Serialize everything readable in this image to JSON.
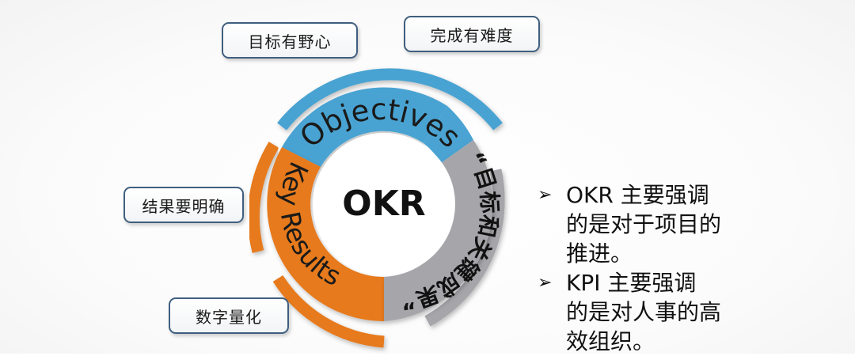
{
  "center_label": "OKR",
  "ring": {
    "objectives_label": "Objectives",
    "key_results_label": "Key Results",
    "quote_label": "“目标和关键成果”",
    "colors": {
      "blue": "#4aa3d2",
      "orange": "#e67a1f",
      "gray": "#a5a5aa"
    }
  },
  "tags": {
    "ambitious": "目标有野心",
    "difficult": "完成有难度",
    "results_clear": "结果要明确",
    "quantified": "数字量化"
  },
  "notes": [
    {
      "marker": "➢",
      "text_line1": "OKR  主要强调",
      "text_line2": "的是对于项目的",
      "text_line3": "推进。"
    },
    {
      "marker": "➢",
      "text_line1": "KPI    主要强调",
      "text_line2": "的是对人事的高",
      "text_line3": "效组织。"
    }
  ]
}
